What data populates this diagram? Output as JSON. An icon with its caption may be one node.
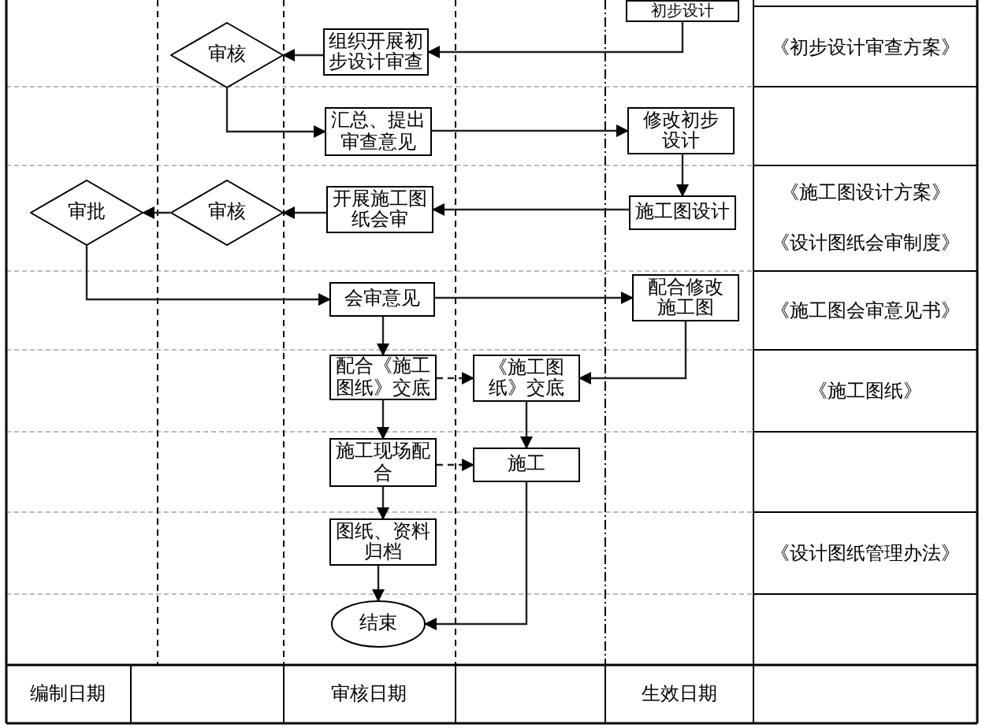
{
  "diagram": {
    "nodes": [
      {
        "text": [
          "初步设计"
        ]
      },
      {
        "text": [
          "组织开展初步设计审查"
        ]
      },
      {
        "text": [
          "审核"
        ]
      },
      {
        "text": [
          "汇总、提出审查意见"
        ]
      },
      {
        "text": [
          "修改初步设计"
        ]
      },
      {
        "text": [
          "施工图设计"
        ]
      },
      {
        "text": [
          "开展施工图纸会审"
        ]
      },
      {
        "text": [
          "审核"
        ]
      },
      {
        "text": [
          "审批"
        ]
      },
      {
        "text": [
          "会审意见"
        ]
      },
      {
        "text": [
          "配合修改施工图"
        ]
      },
      {
        "text": [
          "配合《施工图纸》交底"
        ]
      },
      {
        "text": [
          "《施工图纸》交底"
        ]
      },
      {
        "text": [
          "施工现场配合"
        ]
      },
      {
        "text": [
          "施工"
        ]
      },
      {
        "text": [
          "图纸、资料归档"
        ]
      },
      {
        "text": [
          "结束"
        ]
      }
    ],
    "edges": [
      {
        "from": 0,
        "to": 1,
        "arrow": "to"
      },
      {
        "from": 1,
        "to": 2,
        "arrow": "to"
      },
      {
        "from": 2,
        "to": 3,
        "arrow": "to"
      },
      {
        "from": 3,
        "to": 4,
        "arrow": "to"
      },
      {
        "from": 4,
        "to": 5,
        "arrow": "to"
      },
      {
        "from": 5,
        "to": 6,
        "arrow": "to"
      },
      {
        "from": 6,
        "to": 7,
        "arrow": "to"
      },
      {
        "from": 7,
        "to": 8,
        "arrow": "to"
      },
      {
        "from": 8,
        "to": 9,
        "arrow": "to"
      },
      {
        "from": 9,
        "to": 10,
        "arrow": "to"
      },
      {
        "from": 9,
        "to": 11,
        "arrow": "to"
      },
      {
        "from": 10,
        "to": 12,
        "arrow": "to"
      },
      {
        "from": 11,
        "to": 12,
        "arrow": "to",
        "style": "dashed"
      },
      {
        "from": 11,
        "to": 13,
        "arrow": "to"
      },
      {
        "from": 12,
        "to": 14,
        "arrow": "to"
      },
      {
        "from": 13,
        "to": 14,
        "arrow": "to",
        "style": "dashed"
      },
      {
        "from": 13,
        "to": 15,
        "arrow": "to"
      },
      {
        "from": 15,
        "to": 16,
        "arrow": "to"
      },
      {
        "from": 14,
        "to": 16,
        "arrow": "to"
      }
    ],
    "labels": [
      "《初步设计审查方案》",
      "《施工图设计方案》",
      "《设计图纸会审制度》",
      "《施工图会审意见书》",
      "《施工图纸》",
      "《设计图纸管理办法》",
      "编制日期",
      "审核日期",
      "生效日期"
    ]
  }
}
